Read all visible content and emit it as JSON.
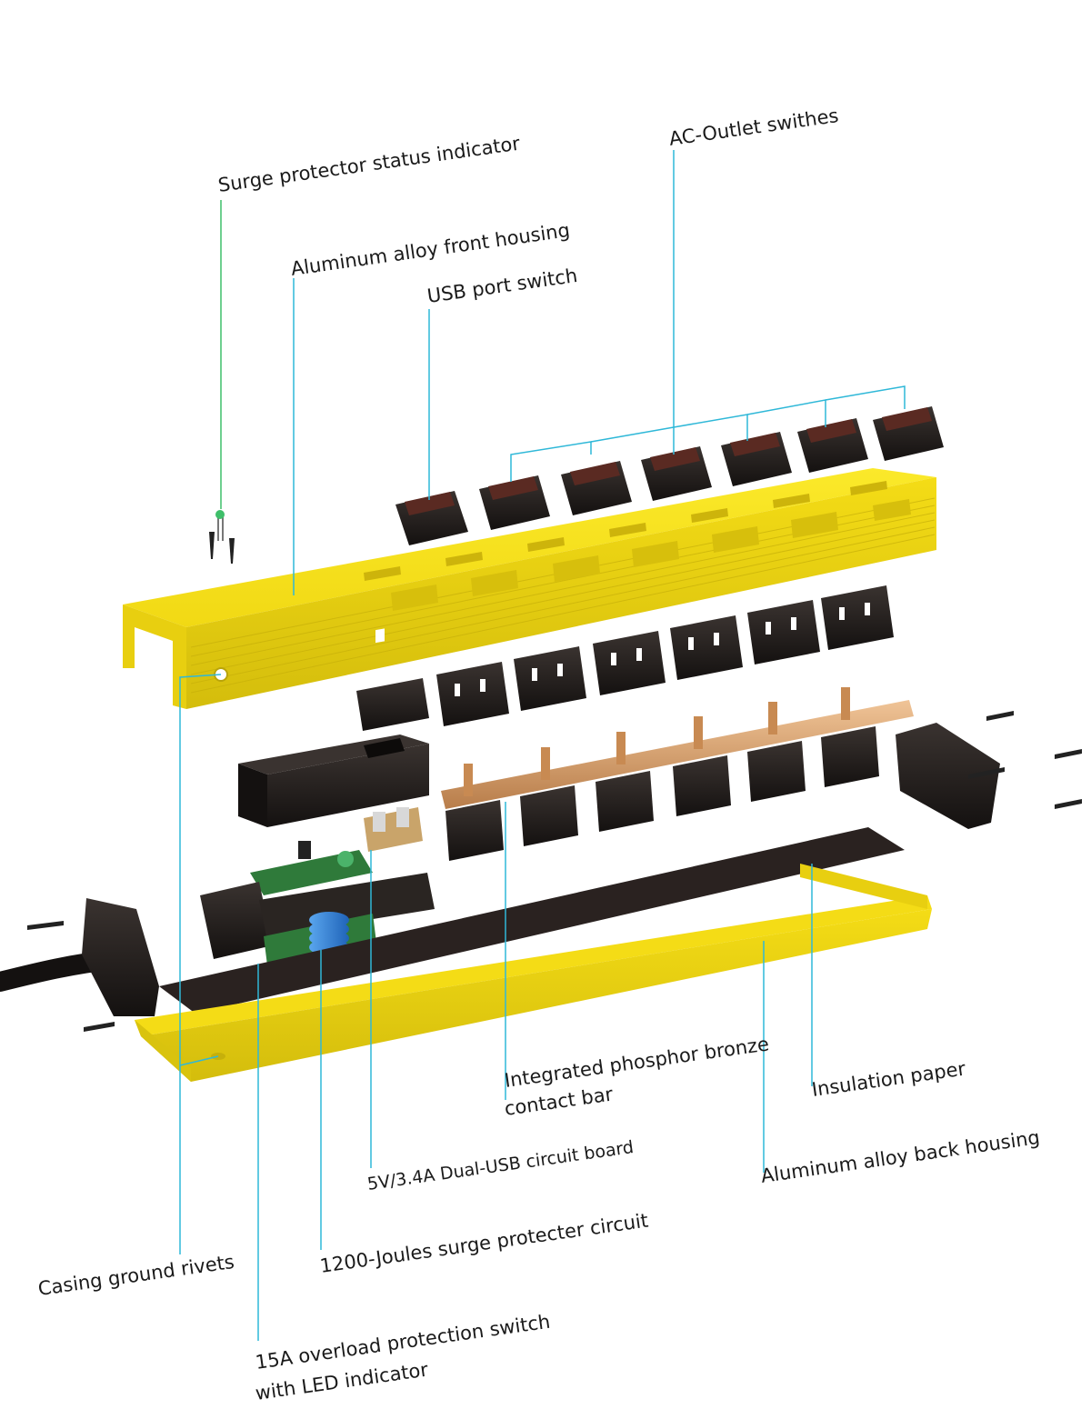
{
  "colors": {
    "housing_yellow": "#f7e21b",
    "housing_shadow": "#d9c30e",
    "housing_dark": "#bca80a",
    "plastic_black": "#1f1a18",
    "rocker_red": "#5a2a22",
    "bronze": "#d9a06a",
    "pcb_green": "#2f7a3a",
    "mov_blue": "#2f7fd6",
    "leader_cyan": "#2fb8d8"
  },
  "labels": {
    "surge_indicator": "Surge protector status indicator",
    "ac_switches": "AC-Outlet swithes",
    "front_housing": "Aluminum alloy front housing",
    "usb_switch": "USB port switch",
    "contact_bar_1": "Integrated phosphor bronze",
    "contact_bar_2": "contact bar",
    "insulation": "Insulation paper",
    "usb_board": "5V/3.4A Dual-USB circuit board",
    "back_housing": "Aluminum alloy back housing",
    "surge_circuit": "1200-Joules surge protecter circuit",
    "ground_rivets": "Casing ground rivets",
    "overload_1": "15A overload protection switch",
    "overload_2": "with LED indicator"
  }
}
